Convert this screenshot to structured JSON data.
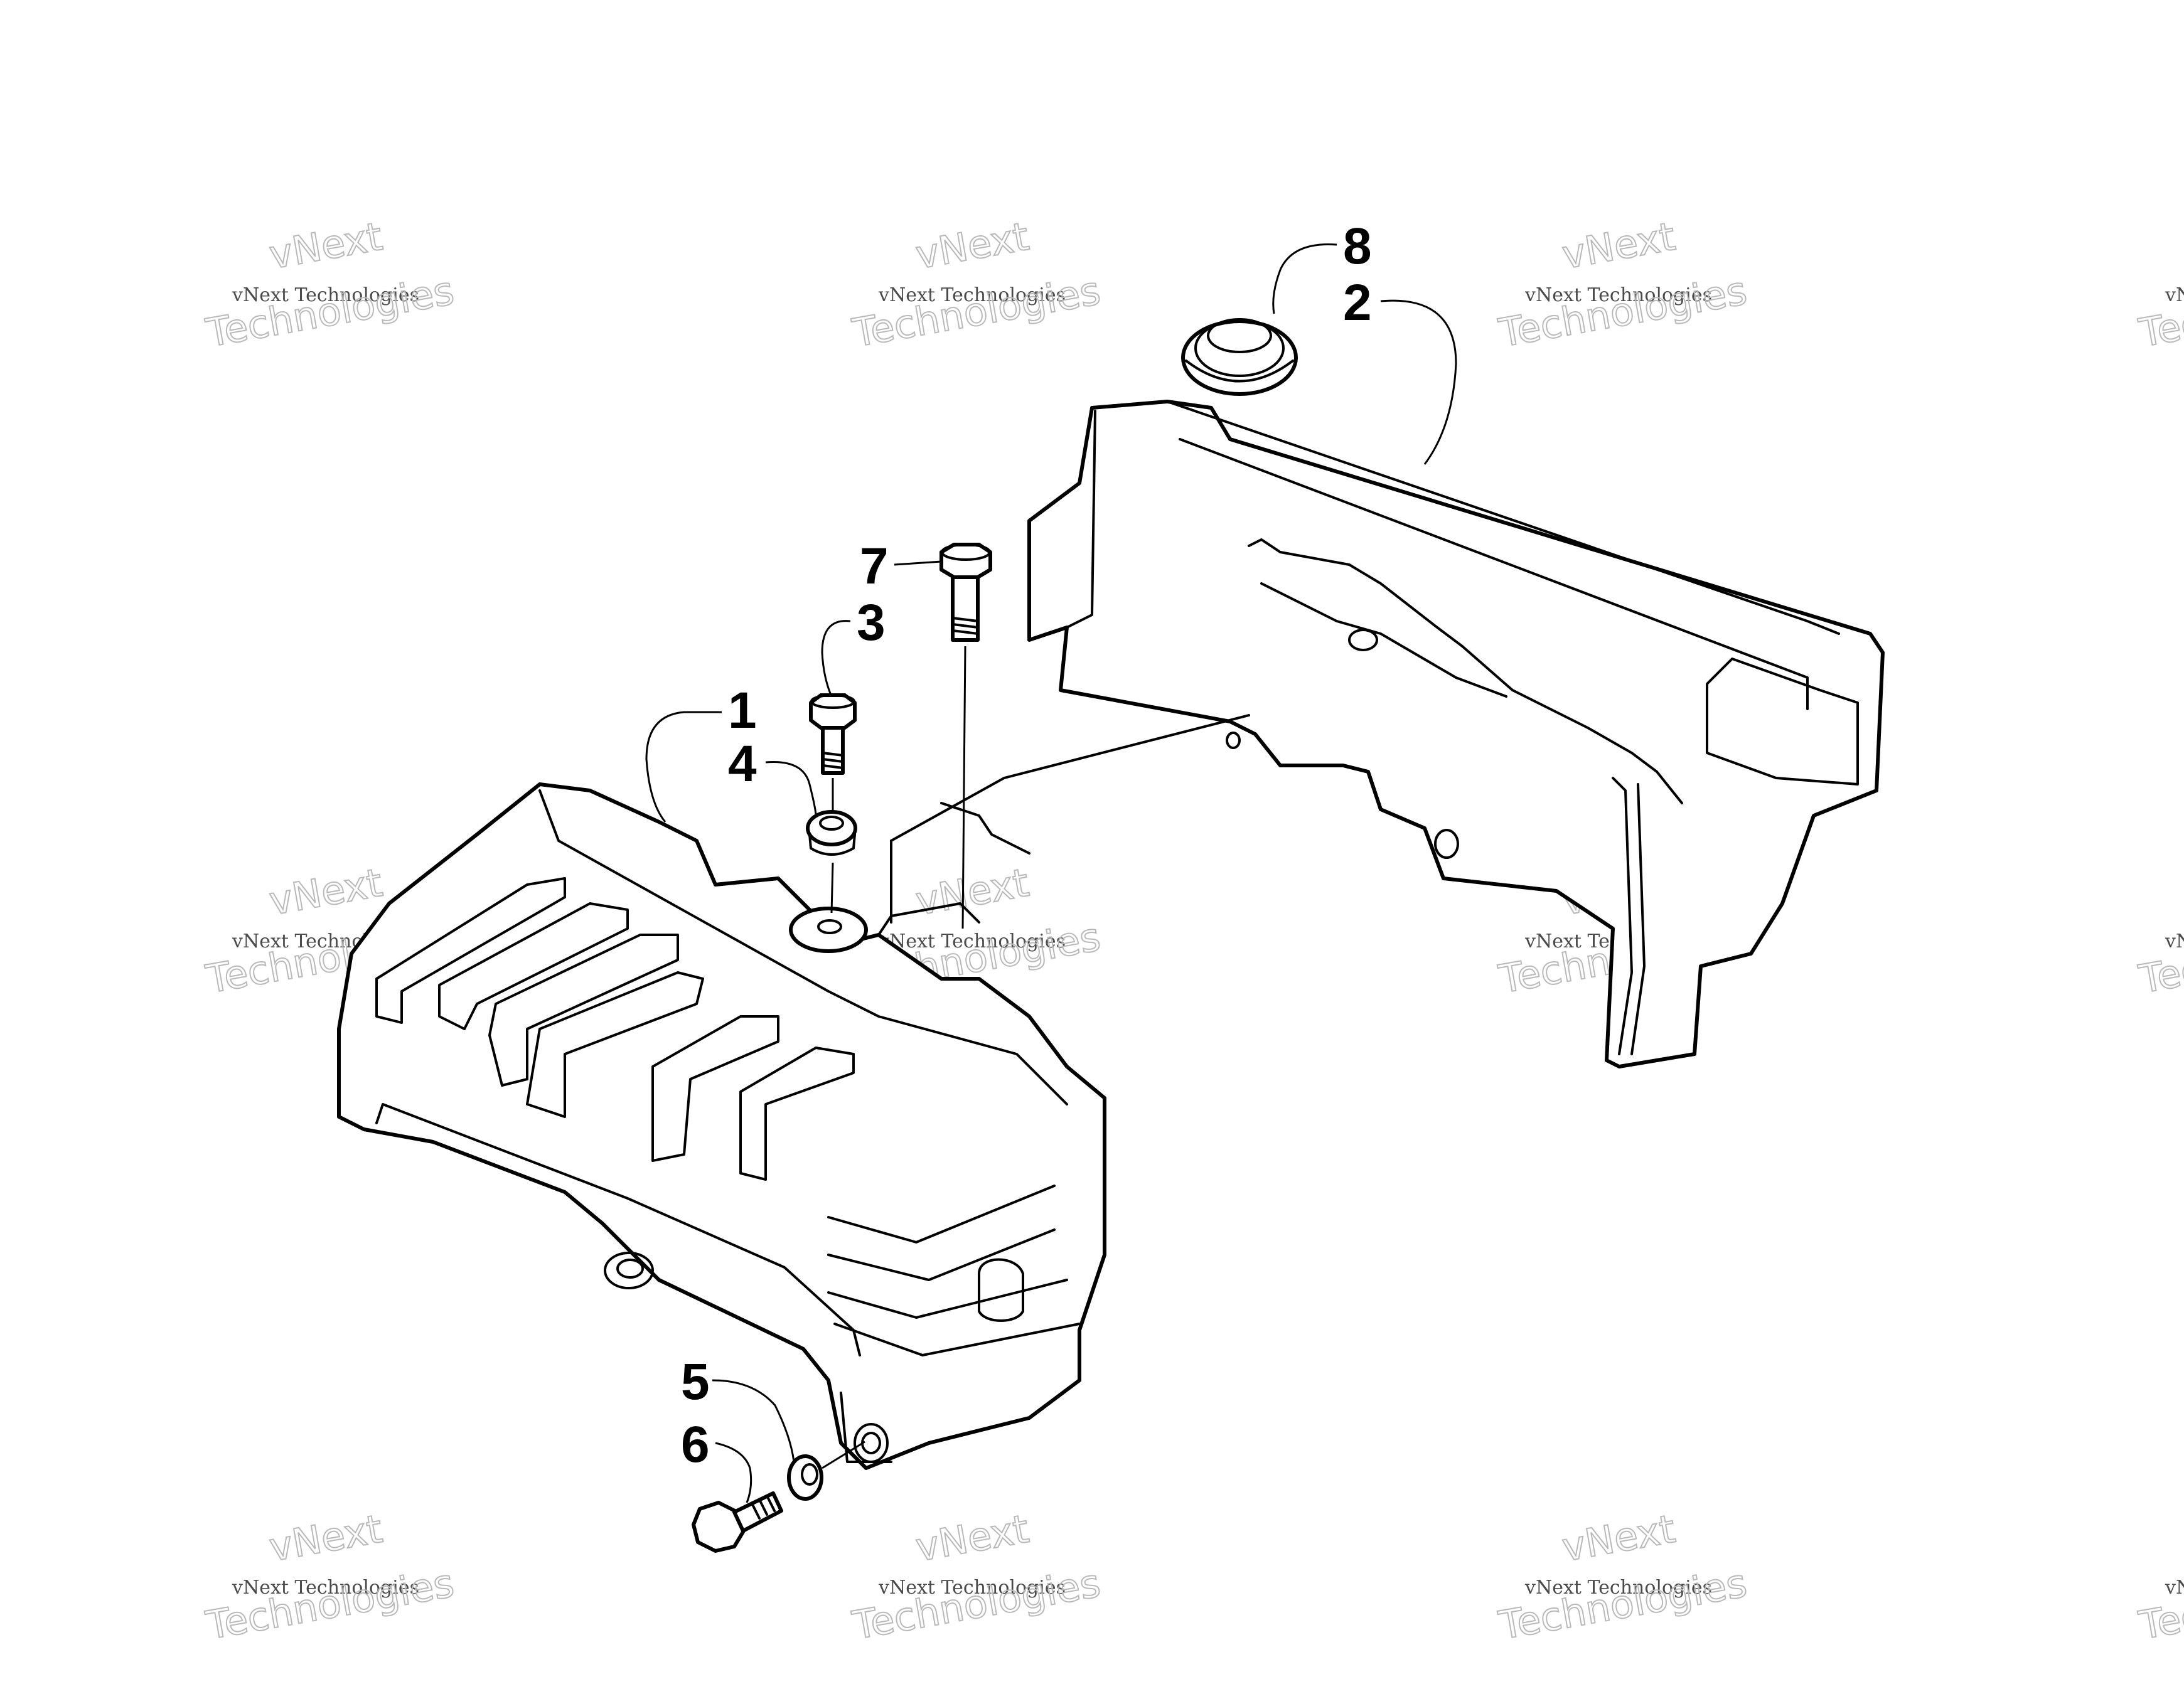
{
  "callouts": [
    {
      "id": "1",
      "label": "1"
    },
    {
      "id": "2",
      "label": "2"
    },
    {
      "id": "3",
      "label": "3"
    },
    {
      "id": "4",
      "label": "4"
    },
    {
      "id": "5",
      "label": "5"
    },
    {
      "id": "6",
      "label": "6"
    },
    {
      "id": "7",
      "label": "7"
    },
    {
      "id": "8",
      "label": "8"
    }
  ],
  "watermark": {
    "line1": "vNext Technologies",
    "line2": "vNext",
    "line3": "Technologies"
  }
}
